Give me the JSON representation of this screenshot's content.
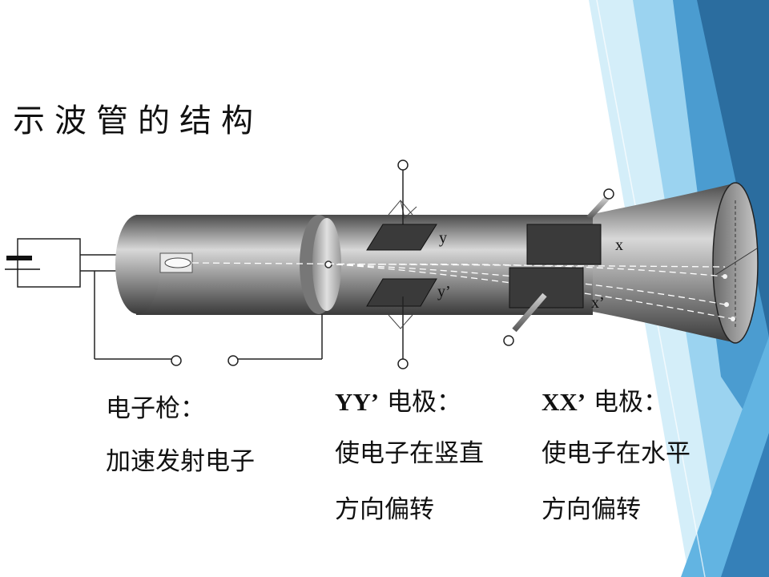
{
  "title": "示波管的结构",
  "diagram_labels": {
    "y": "y",
    "y_prime": "y’",
    "x": "x",
    "x_prime": "x’"
  },
  "captions": {
    "gun_title": "电子枪：",
    "gun_desc": "加速发射电子",
    "yy_symbol": "YY’",
    "yy_word": "电极：",
    "yy_desc_1": "使电子在竖直",
    "yy_desc_2": "方向偏转",
    "xx_symbol": "XX’",
    "xx_word": "电极：",
    "xx_desc_1": "使电子在水平",
    "xx_desc_2": "方向偏转"
  },
  "colors": {
    "accent_dark": "#2a6a9c",
    "accent_mid": "#3f8fc4",
    "accent_light": "#8ecbee",
    "accent_pale": "#c9e8f7",
    "plate_dark": "#3a3a3a"
  }
}
